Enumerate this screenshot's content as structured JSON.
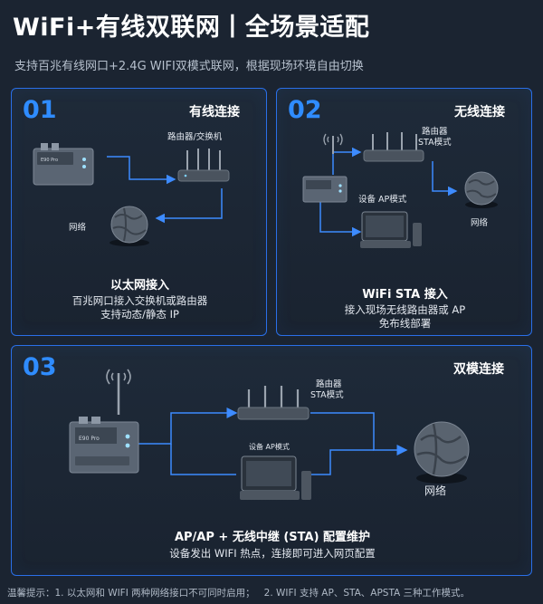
{
  "header": {
    "title": "WiFi+有线双联网丨全场景适配",
    "subtitle": "支持百兆有线网口+2.4G WIFI双模式联网，根据现场环境自由切换"
  },
  "cards": [
    {
      "number": "01",
      "title": "有线连接",
      "router_label": "路由器/交换机",
      "globe_label": "网络",
      "caption_title": "以太网接入",
      "caption_lines": [
        "百兆网口接入交换机或路由器",
        "支持动态/静态 IP"
      ]
    },
    {
      "number": "02",
      "title": "无线连接",
      "router_label": "路由器\nSTA模式",
      "router_label_lines": [
        "路由器",
        "STA模式"
      ],
      "device_label": "设备 AP模式",
      "globe_label": "网络",
      "caption_title": "WiFi STA 接入",
      "caption_lines": [
        "接入现场无线路由器或 AP",
        "免布线部署"
      ]
    },
    {
      "number": "03",
      "title": "双模连接",
      "router_label_lines": [
        "路由器",
        "STA模式"
      ],
      "device_label": "设备 AP模式",
      "globe_label": "网络",
      "caption_title": "AP/AP + 无线中继 (STA) 配置维护",
      "caption_lines": [
        "设备发出 WIFI 热点，连接即可进入网页配置"
      ]
    }
  ],
  "footer": {
    "prefix": "温馨提示：",
    "note1": "1. 以太网和 WIFI 两种网络接口不可同时启用；",
    "note2": "2. WIFI 支持 AP、STA、APSTA 三种工作模式。"
  },
  "colors": {
    "background": "#1b2431",
    "card_border": "#2a6fe8",
    "accent": "#2f8cff",
    "wire": "#3d8bff"
  }
}
